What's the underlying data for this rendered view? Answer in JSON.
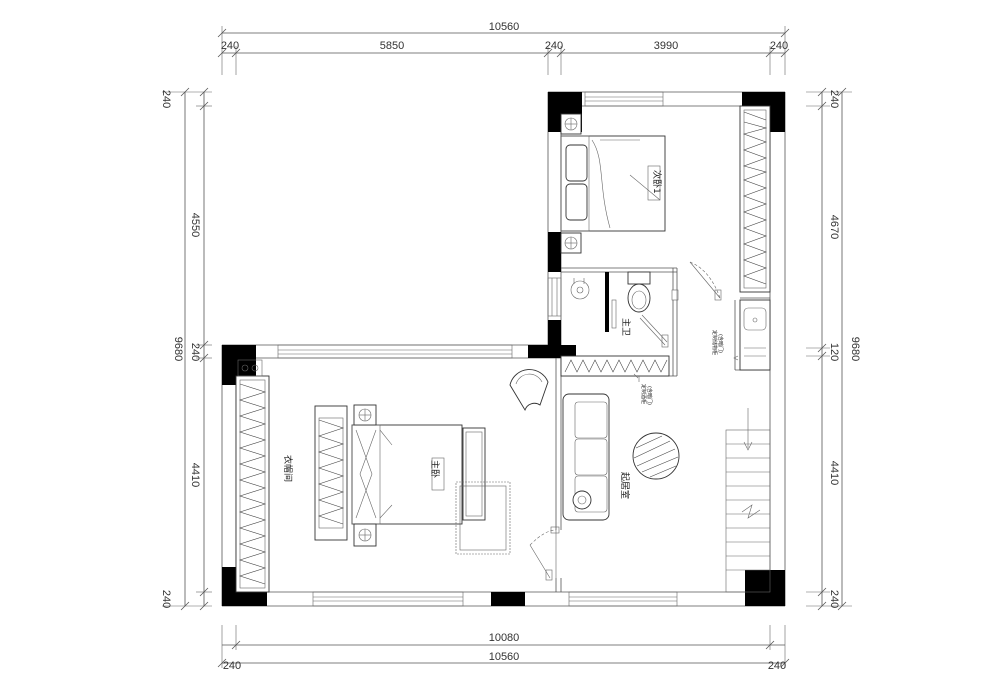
{
  "dimensions": {
    "top_total": "10560",
    "top_segments": [
      "240",
      "5850",
      "240",
      "3990",
      "240"
    ],
    "bottom_inner": "10080",
    "bottom_total": "10560",
    "bottom_seg_left": "240",
    "bottom_seg_right": "240",
    "left_total": "9680",
    "left_segments": [
      "240",
      "4550",
      "240",
      "4410",
      "240"
    ],
    "right_total": "9680",
    "right_segments": [
      "240",
      "4670",
      "120",
      "4410",
      "240"
    ]
  },
  "rooms": {
    "second_bedroom": "次卧1",
    "master_bedroom": "主卧",
    "wardrobe": "衣帽间",
    "bathroom": "主卫",
    "lounge": "起居室"
  },
  "notes": {
    "cabinet_a_line1": "定制储物柜",
    "cabinet_a_line2": "(含暗门)",
    "cabinet_b_line1": "定制酒柜",
    "cabinet_b_line2": "(含暗门)"
  }
}
